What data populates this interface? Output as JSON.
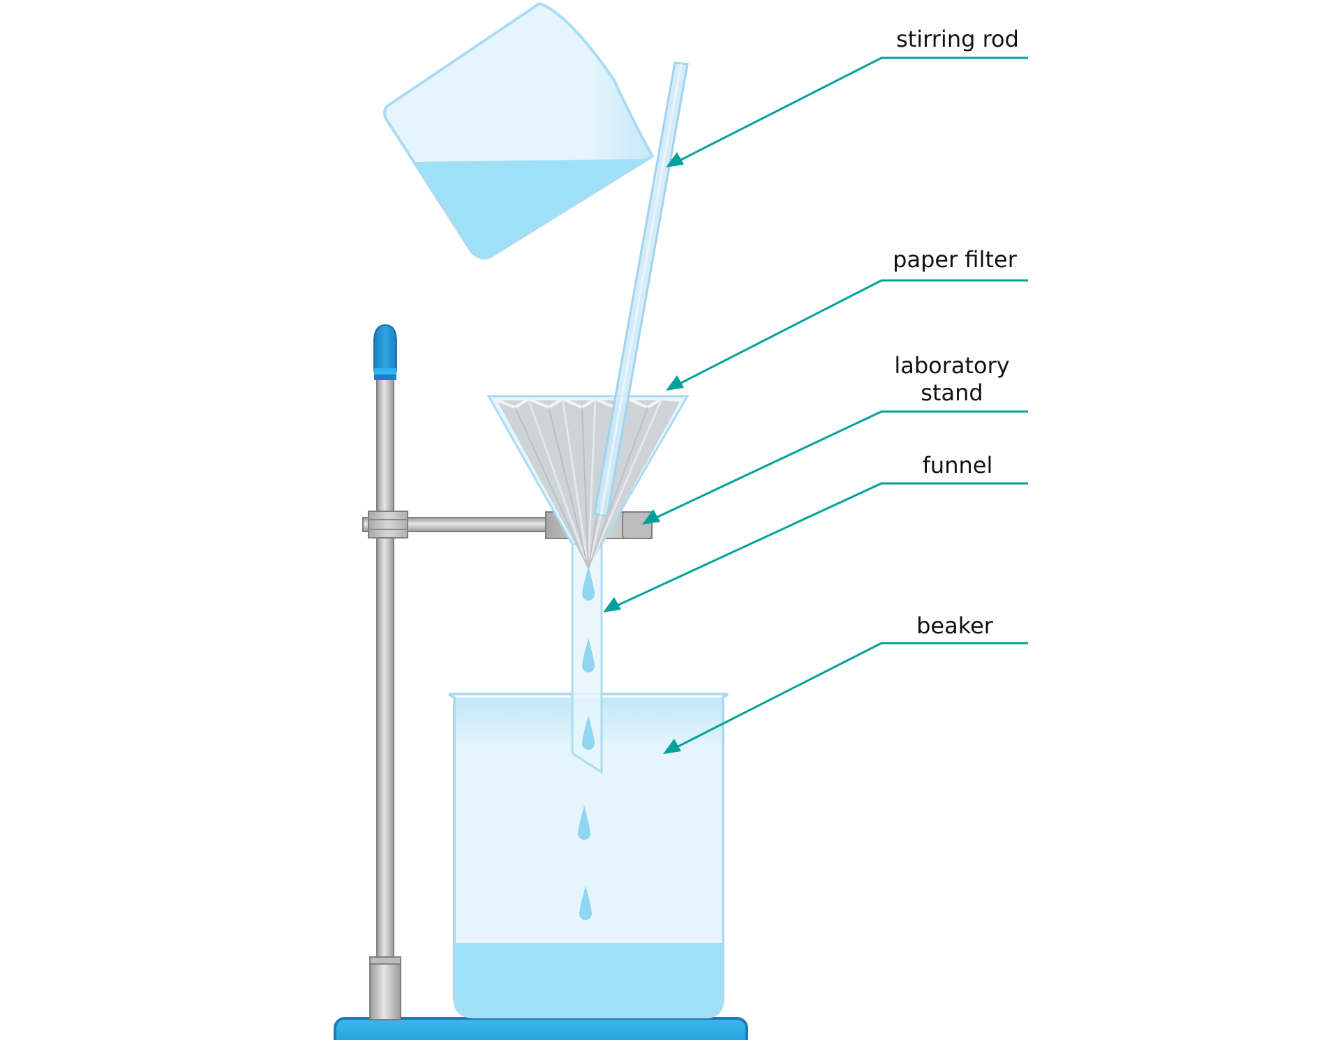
{
  "labels": {
    "stirring_rod": "stirring rod",
    "paper_filter": "paper filter",
    "laboratory_stand_line1": "laboratory",
    "laboratory_stand_line2": "stand",
    "funnel": "funnel",
    "beaker": "beaker"
  },
  "colors": {
    "leader_line": "#00a19a",
    "glass_fill": "#e6f5fc",
    "glass_edge": "#a9dcf3",
    "liquid": "#9ee0f6",
    "drop": "#8fd6f3",
    "metal_light": "#d4d4d4",
    "metal_dark": "#8c8c8c",
    "base_blue": "#29a8df",
    "base_edge": "#1f79b8",
    "filter_gray": "#c9cdd0",
    "text": "#111111"
  }
}
